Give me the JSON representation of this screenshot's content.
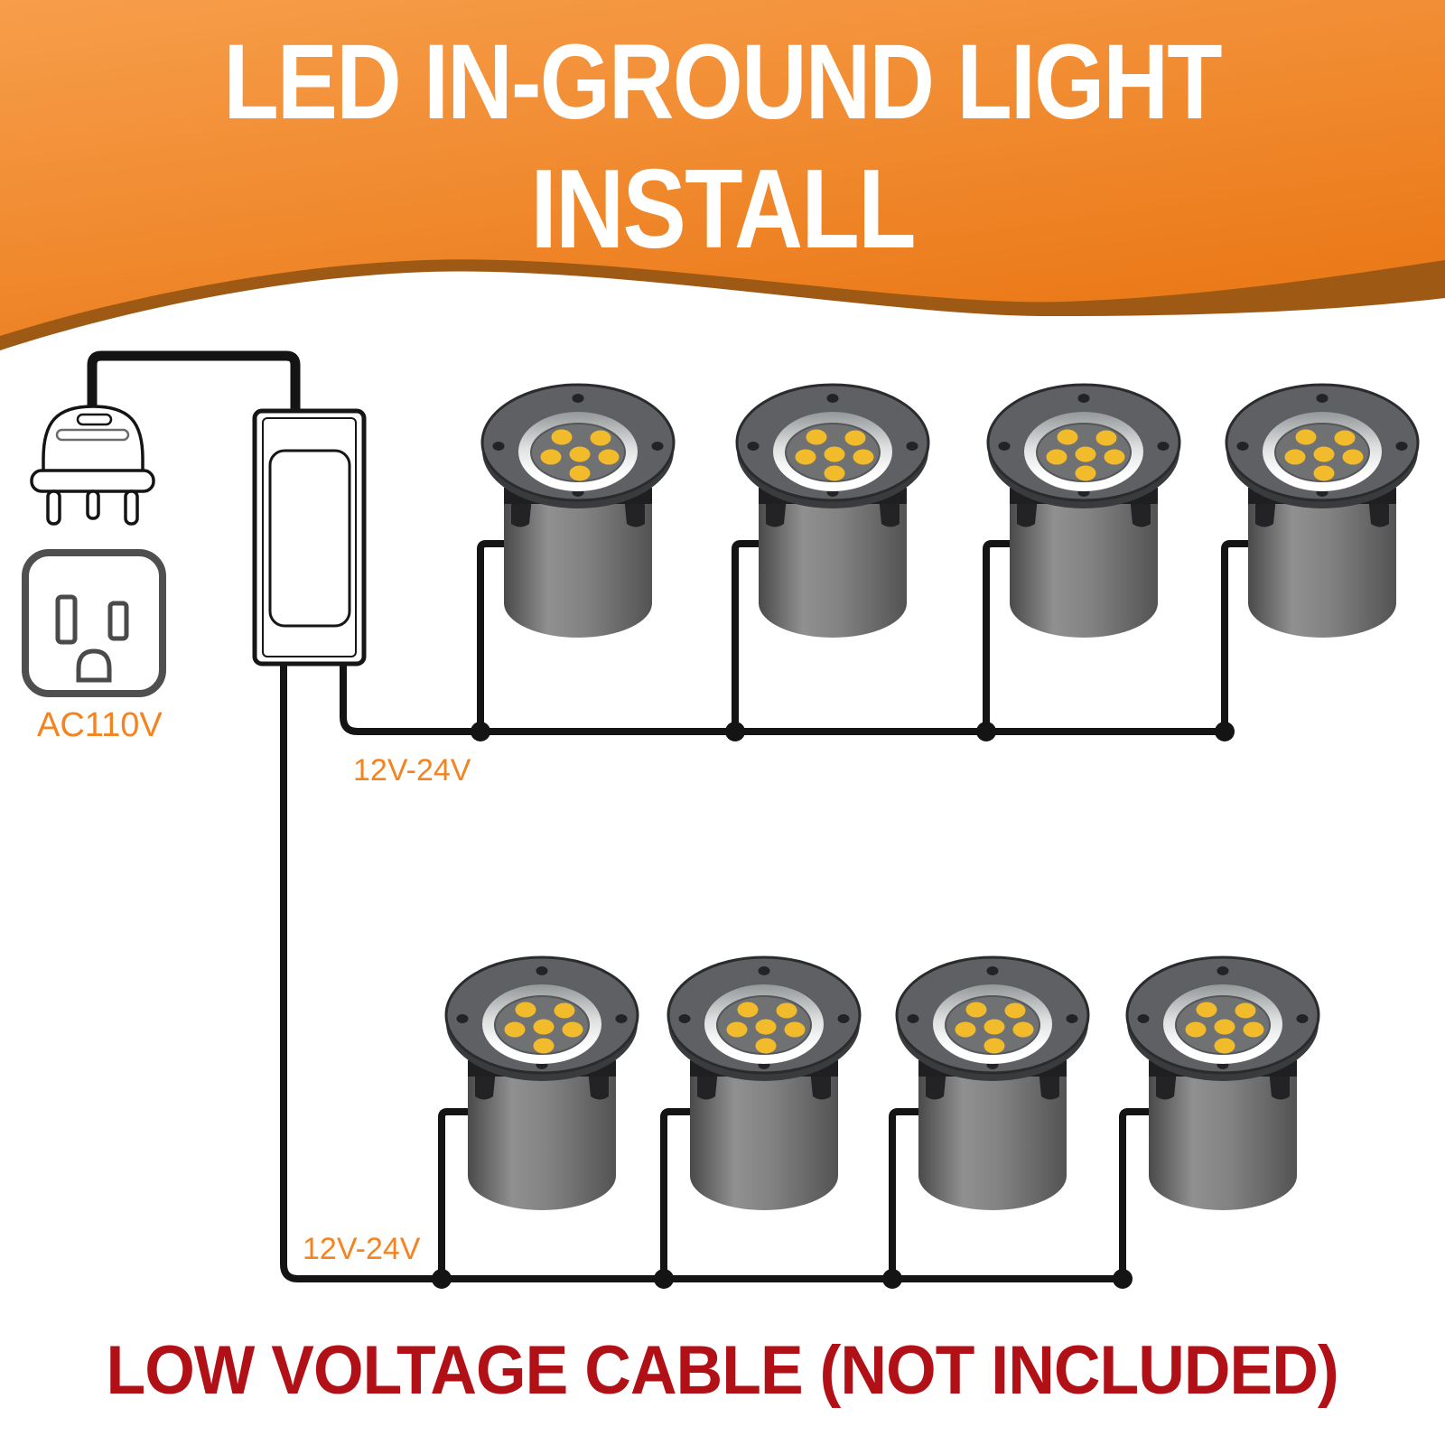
{
  "header": {
    "title_line1": "LED IN-GROUND LIGHT",
    "title_line2": "INSTALL"
  },
  "diagram": {
    "outlet_label": "AC110V",
    "plug_icon": "us-power-plug",
    "outlet_icon": "us-wall-outlet",
    "transformer_icon": "power-transformer",
    "light_icon": "inground-led-light",
    "top_run": {
      "voltage_label": "12V-24V",
      "light_count": 4
    },
    "bottom_run": {
      "voltage_label": "12V-24V",
      "light_count": 4
    },
    "leds_per_light": 6
  },
  "footer": {
    "note": "LOW VOLTAGE CABLE (NOT INCLUDED)"
  },
  "colors": {
    "banner_orange_light": "#f79e4b",
    "banner_orange_dark": "#eb7a19",
    "banner_wave_stroke": "#9e5a14",
    "accent_orange": "#f5831f",
    "warning_red": "#b11116",
    "wire_black": "#141414",
    "led_yellow": "#f1bb2b",
    "fixture_gray": "#5e6063",
    "ring_silver": "#e8eaea"
  }
}
